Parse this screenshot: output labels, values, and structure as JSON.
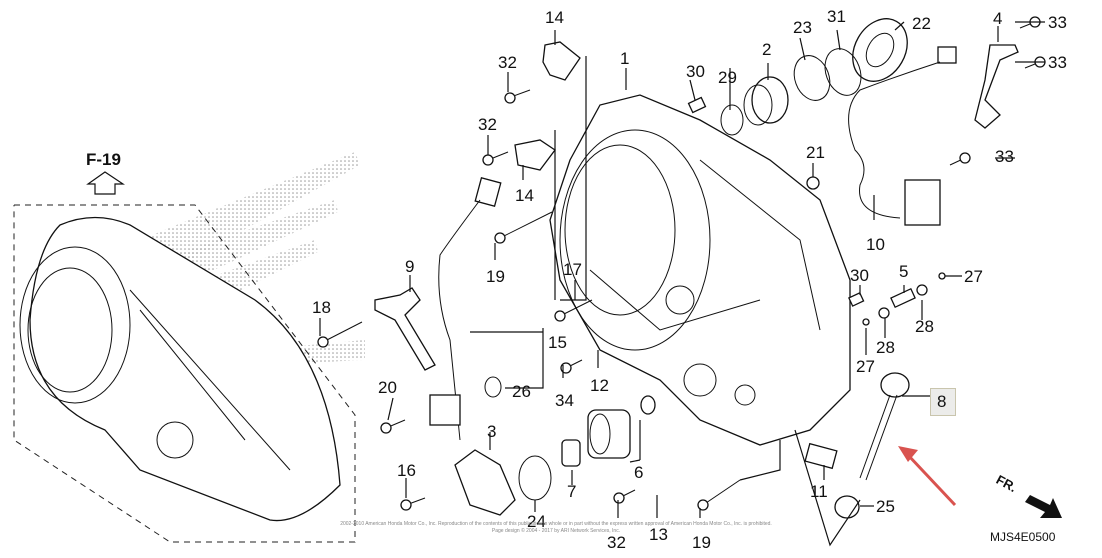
{
  "diagram": {
    "type": "parts-exploded-view",
    "reference": {
      "label": "F-19",
      "icon": "up-arrow-outline-icon"
    },
    "diagram_code": "MJS4E0500",
    "front_indicator": {
      "label": "FR.",
      "icon": "arrow-right-down-icon"
    },
    "copyright_line1": "2002-2010 American Honda Motor Co., Inc. Reproduction of the contents of this publication in whole or in part without the express written approval of American Honda Motor Co., Inc. is prohibited.",
    "copyright_line2": "Page design © 2004 - 2017 by ARI Network Services, Inc.",
    "highlighted_callout": "8",
    "highlight_color": "#ececea",
    "pointer_arrow_color": "#d9534f",
    "callouts": [
      "1",
      "2",
      "3",
      "4",
      "5",
      "6",
      "7",
      "8",
      "9",
      "10",
      "11",
      "12",
      "13",
      "14",
      "14",
      "15",
      "16",
      "17",
      "18",
      "19",
      "19",
      "20",
      "21",
      "22",
      "23",
      "24",
      "25",
      "26",
      "27",
      "27",
      "28",
      "28",
      "29",
      "30",
      "30",
      "31",
      "32",
      "32",
      "32",
      "33",
      "33",
      "33",
      "34"
    ]
  }
}
